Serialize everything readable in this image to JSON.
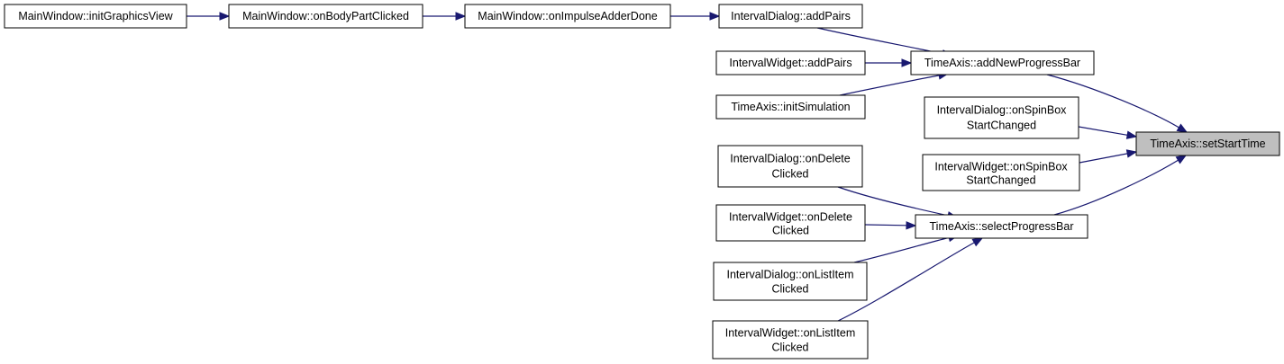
{
  "colors": {
    "edge": "#191970",
    "highlight_fill": "#bfbfbf",
    "node_fill": "#ffffff",
    "node_border": "#000000"
  },
  "nodes": {
    "initGraphicsView": [
      "MainWindow::initGraphicsView"
    ],
    "onBodyPartClicked": [
      "MainWindow::onBodyPartClicked"
    ],
    "onImpulseAdderDone": [
      "MainWindow::onImpulseAdderDone"
    ],
    "intervalDialogAddPairs": [
      "IntervalDialog::addPairs"
    ],
    "intervalWidgetAddPairs": [
      "IntervalWidget::addPairs"
    ],
    "initSimulation": [
      "TimeAxis::initSimulation"
    ],
    "addNewProgressBar": [
      "TimeAxis::addNewProgressBar"
    ],
    "intervalDialogOnSpinBox": [
      "IntervalDialog::onSpinBox",
      "StartChanged"
    ],
    "intervalWidgetOnSpinBox": [
      "IntervalWidget::onSpinBox",
      "StartChanged"
    ],
    "setStartTime": [
      "TimeAxis::setStartTime"
    ],
    "intervalDialogOnDelete": [
      "IntervalDialog::onDelete",
      "Clicked"
    ],
    "intervalWidgetOnDelete": [
      "IntervalWidget::onDelete",
      "Clicked"
    ],
    "intervalDialogOnListItem": [
      "IntervalDialog::onListItem",
      "Clicked"
    ],
    "intervalWidgetOnListItem": [
      "IntervalWidget::onListItem",
      "Clicked"
    ],
    "selectProgressBar": [
      "TimeAxis::selectProgressBar"
    ]
  },
  "highlighted": "setStartTime",
  "edges": [
    [
      "initGraphicsView",
      "onBodyPartClicked"
    ],
    [
      "onBodyPartClicked",
      "onImpulseAdderDone"
    ],
    [
      "onImpulseAdderDone",
      "intervalDialogAddPairs"
    ],
    [
      "intervalDialogAddPairs",
      "addNewProgressBar"
    ],
    [
      "intervalWidgetAddPairs",
      "addNewProgressBar"
    ],
    [
      "initSimulation",
      "addNewProgressBar"
    ],
    [
      "addNewProgressBar",
      "setStartTime"
    ],
    [
      "intervalDialogOnSpinBox",
      "setStartTime"
    ],
    [
      "intervalWidgetOnSpinBox",
      "setStartTime"
    ],
    [
      "selectProgressBar",
      "setStartTime"
    ],
    [
      "intervalDialogOnDelete",
      "selectProgressBar"
    ],
    [
      "intervalWidgetOnDelete",
      "selectProgressBar"
    ],
    [
      "intervalDialogOnListItem",
      "selectProgressBar"
    ],
    [
      "intervalWidgetOnListItem",
      "selectProgressBar"
    ]
  ]
}
